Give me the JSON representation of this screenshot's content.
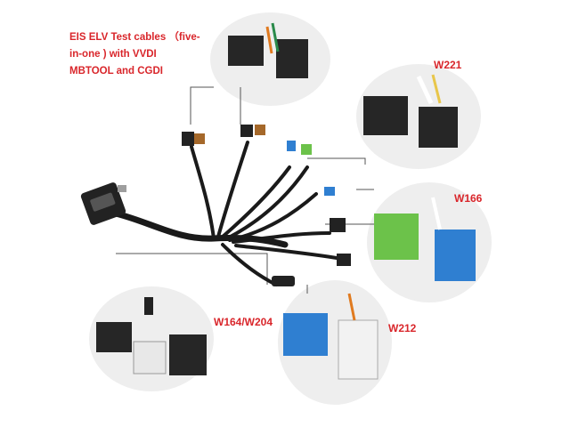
{
  "title": "EIS ELV Test cables （five-\nin-one ) with VVDI\nMBTOOL and CGDI",
  "labels": {
    "w221": "W221",
    "w166": "W166",
    "w164": "W164/W204",
    "w212": "W212"
  },
  "colors": {
    "label_red": "#d9262b",
    "cable": "#1a1a1a",
    "connector_blue": "#2f7fd1",
    "connector_green": "#6cc24a"
  }
}
